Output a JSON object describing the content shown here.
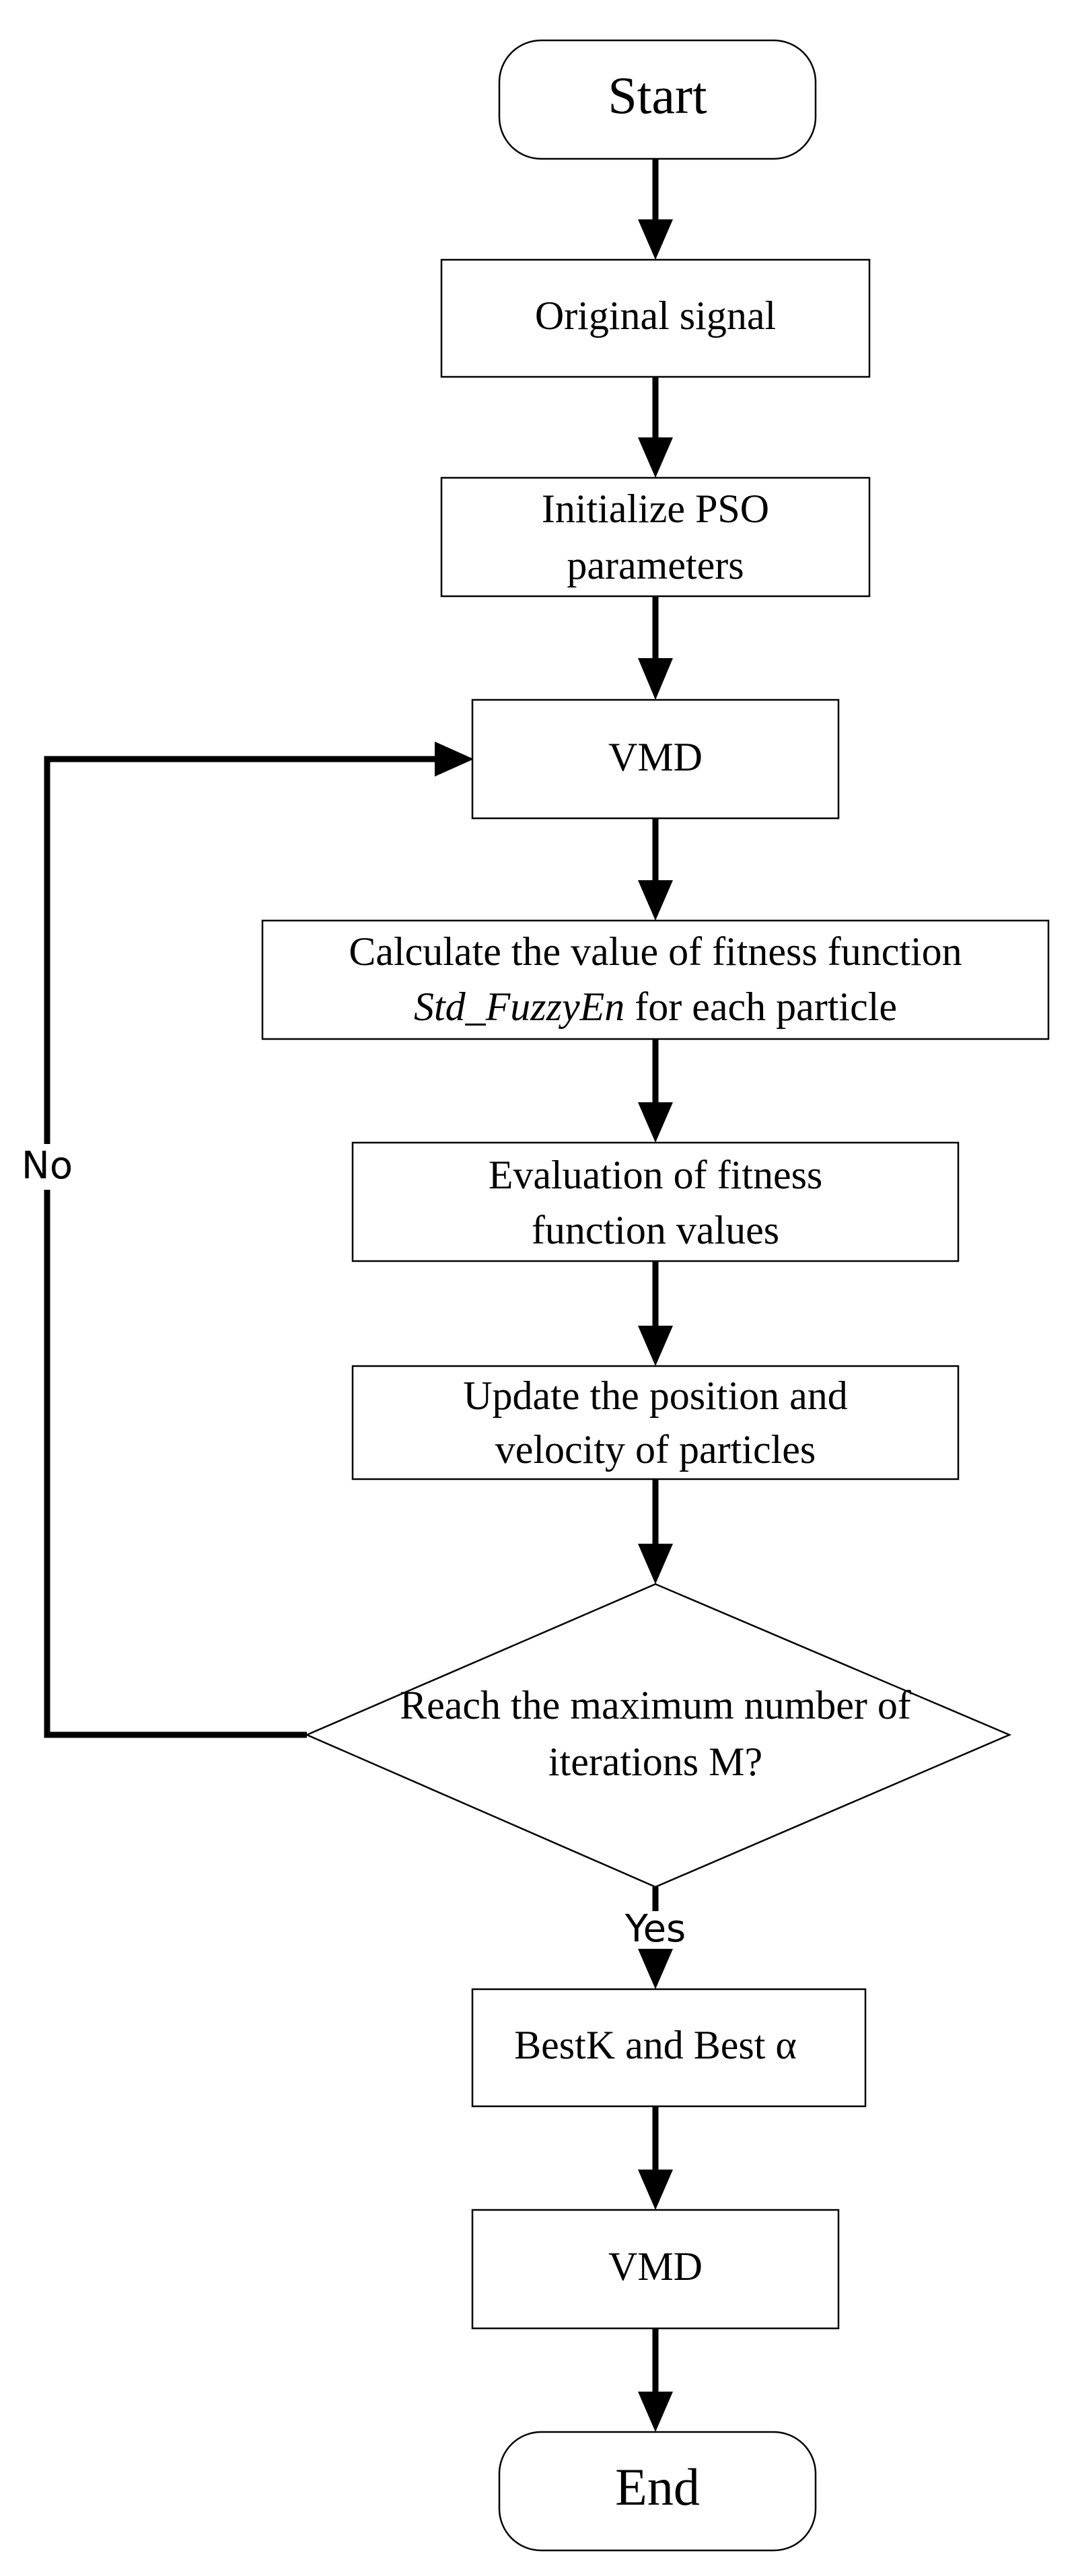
{
  "nodes": {
    "start": {
      "label": "Start"
    },
    "original_signal": {
      "label": "Original signal"
    },
    "init_pso": {
      "line1": "Initialize PSO",
      "line2": "parameters"
    },
    "vmd_1": {
      "label": "VMD"
    },
    "calc_fitness": {
      "line1": "Calculate the value of fitness function",
      "line2_italic": "Std_FuzzyEn",
      "line2_rest": " for each particle"
    },
    "evaluate": {
      "line1": "Evaluation of fitness",
      "line2": "function values"
    },
    "update": {
      "line1": "Update the position and",
      "line2": "velocity of particles"
    },
    "decision": {
      "line1": "Reach the maximum number of",
      "line2": "iterations M?"
    },
    "best": {
      "label": "BestK and Best α"
    },
    "vmd_2": {
      "label": "VMD"
    },
    "end": {
      "label": "End"
    }
  },
  "branches": {
    "no": "No",
    "yes": "Yes"
  }
}
